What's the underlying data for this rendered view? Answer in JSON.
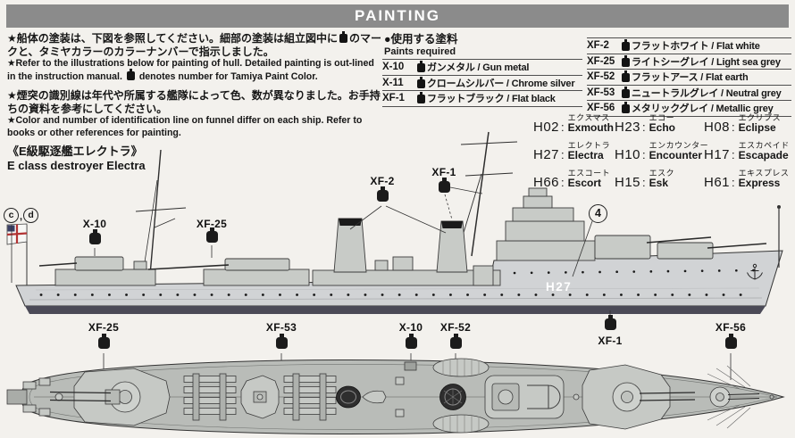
{
  "header": {
    "title": "PAINTING"
  },
  "instructions": {
    "jp1_a": "★船体の塗装は、下図を参照してください。細部の塗装は組立図中に",
    "jp1_b": "のマークと、タミヤカラーのカラーナンバーで指示しました。",
    "en1_a": "★Refer to the illustrations below for painting of hull. Detailed painting is out-lined in the instruction manual.",
    "en1_b": "denotes number for Tamiya Paint Color.",
    "jp2": "★煙突の識別線は年代や所属する艦隊によって色、数が異なりました。お手持ちの資料を参考にしてください。",
    "en2": "★Color and number of identification line on funnel differ on each ship. Refer to books or other references for painting."
  },
  "paints": {
    "title_jp": "●使用する塗料",
    "title_en": "Paints required",
    "left": [
      {
        "code": "X-10",
        "name": "ガンメタル / Gun metal"
      },
      {
        "code": "X-11",
        "name": "クロームシルバー / Chrome silver"
      },
      {
        "code": "XF-1",
        "name": "フラットブラック / Flat black"
      }
    ],
    "right": [
      {
        "code": "XF-2",
        "name": "フラットホワイト / Flat white"
      },
      {
        "code": "XF-25",
        "name": "ライトシーグレイ / Light sea grey"
      },
      {
        "code": "XF-52",
        "name": "フラットアース / Flat earth"
      },
      {
        "code": "XF-53",
        "name": "ニュートラルグレイ / Neutral grey"
      },
      {
        "code": "XF-56",
        "name": "メタリックグレイ / Metallic grey"
      }
    ]
  },
  "ships": {
    "colon": ":",
    "col1": [
      {
        "code": "H02",
        "jp": "エクスマス",
        "en": "Exmouth"
      },
      {
        "code": "H27",
        "jp": "エレクトラ",
        "en": "Electra"
      },
      {
        "code": "H66",
        "jp": "エスコート",
        "en": "Escort"
      }
    ],
    "col2": [
      {
        "code": "H23",
        "jp": "エコー",
        "en": "Echo"
      },
      {
        "code": "H10",
        "jp": "エンカウンター",
        "en": "Encounter"
      },
      {
        "code": "H15",
        "jp": "エスク",
        "en": "Esk"
      }
    ],
    "col3": [
      {
        "code": "H08",
        "jp": "エクリプス",
        "en": "Eclipse"
      },
      {
        "code": "H17",
        "jp": "エスカペイド",
        "en": "Escapade"
      },
      {
        "code": "H61",
        "jp": "エキスプレス",
        "en": "Express"
      }
    ]
  },
  "subject": {
    "jp": "《E級駆逐艦エレクトラ》",
    "en": "E class destroyer Electra"
  },
  "side_callouts": {
    "cd_a": "c",
    "cd_sep": ",",
    "cd_b": "d",
    "x10": "X-10",
    "xf25": "XF-25",
    "xf2": "XF-2",
    "xf1": "XF-1",
    "num4": "4",
    "hull_code": "H27"
  },
  "top_callouts": {
    "xf25": "XF-25",
    "xf53": "XF-53",
    "x10": "X-10",
    "xf52": "XF-52",
    "xf1": "XF-1",
    "xf56": "XF-56"
  },
  "colors": {
    "header_bar": "#8b8b8b",
    "hull_side": "#d1d3d5",
    "boot_stripe": "#4b4a57",
    "funnel_cap": "#1a1a1a",
    "deck_top_view": "#b9bcb8",
    "paper": "#f3f1ed"
  }
}
